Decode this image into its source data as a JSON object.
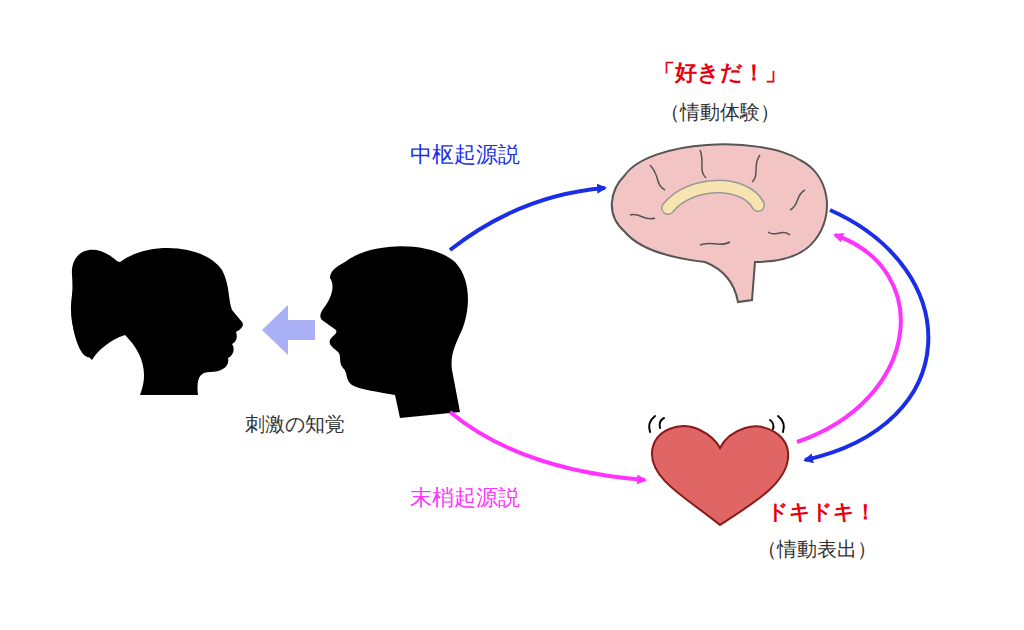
{
  "diagram": {
    "nodes": [
      {
        "text": [
          "刺激の知覚"
        ]
      },
      {
        "text": [
          "「好きだ！」",
          "（情動体験）"
        ]
      },
      {
        "text": [
          "ドキドキ！",
          "（情動表出）"
        ]
      }
    ],
    "edges": [
      {
        "from": 0,
        "to": 1,
        "label": "中枢起源説",
        "arrow": "to"
      },
      {
        "from": 0,
        "to": 2,
        "label": "末梢起源説",
        "arrow": "to"
      },
      {
        "from": 1,
        "to": 2,
        "arrow": "to"
      },
      {
        "from": 2,
        "to": 1,
        "arrow": "to"
      }
    ]
  }
}
